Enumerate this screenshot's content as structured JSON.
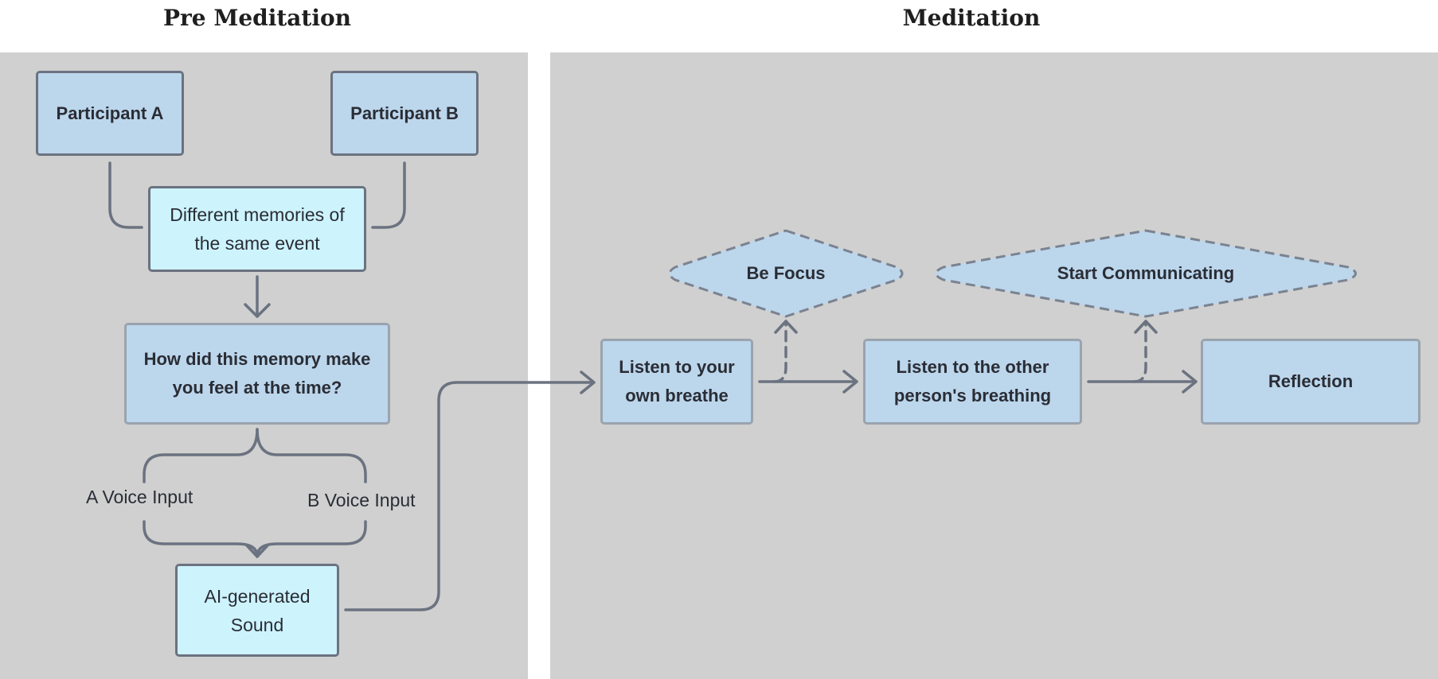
{
  "sections": {
    "pre_meditation": "Pre Meditation",
    "meditation": "Meditation"
  },
  "nodes": {
    "participant_a": "Participant A",
    "participant_b": "Participant B",
    "different_memories": "Different memories of the same event",
    "how_did_memory": "How did this memory make you feel at the time?",
    "ai_sound": "AI-generated Sound",
    "listen_own": "Listen to your own breathe",
    "listen_other": "Listen to the other person's breathing",
    "reflection": "Reflection"
  },
  "decisions": {
    "be_focus": "Be Focus",
    "start_communicating": "Start Communicating"
  },
  "labels": {
    "a_voice": "A Voice Input",
    "b_voice": "B Voice Input"
  },
  "colors": {
    "panel": "#cfd0cf",
    "node_dark": "#bcd6ec",
    "node_light": "#cdf3fd",
    "edge": "#6b7280"
  }
}
